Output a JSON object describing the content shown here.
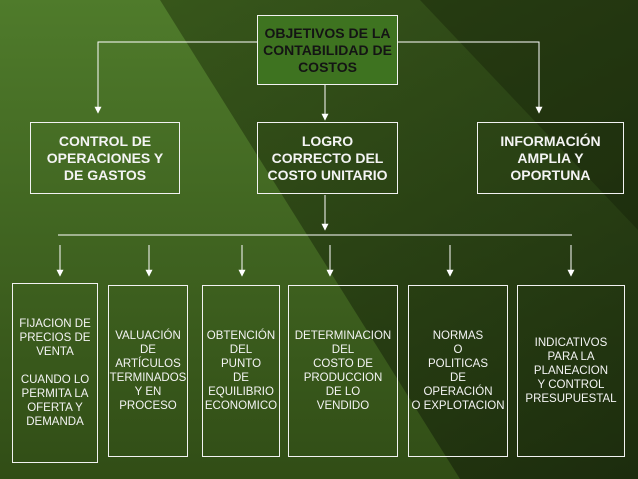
{
  "diagram": {
    "root": {
      "text": "OBJETIVOS DE LA\nCONTABILIDAD DE\nCOSTOS"
    },
    "level1": [
      {
        "text": "CONTROL DE\nOPERACIONES Y\nDE GASTOS"
      },
      {
        "text": "LOGRO\nCORRECTO DEL\nCOSTO UNITARIO"
      },
      {
        "text": "INFORMACIÓN\nAMPLIA Y\nOPORTUNA"
      }
    ],
    "level2": [
      {
        "text": "FIJACION DE\nPRECIOS DE\nVENTA\n\nCUANDO LO\nPERMITA LA\nOFERTA Y\nDEMANDA"
      },
      {
        "text": "VALUACIÓN\nDE\nARTÍCULOS\nTERMINADOS\nY EN\nPROCESO"
      },
      {
        "text": "OBTENCIÓN\nDEL\nPUNTO\nDE\nEQUILIBRIO\nECONOMICO"
      },
      {
        "text": "DETERMINACION\nDEL\nCOSTO DE\nPRODUCCION\nDE LO\nVENDIDO"
      },
      {
        "text": "NORMAS\nO\nPOLITICAS\nDE\nOPERACIÓN\nO EXPLOTACION"
      },
      {
        "text": "INDICATIVOS\nPARA LA\nPLANEACION\nY CONTROL\nPRESUPUESTAL"
      }
    ]
  },
  "colors": {
    "background_light": "#4d7a2a",
    "background_dark": "#1e2f0e",
    "root_fill": "#3a6f1a",
    "lines": "#ffffff"
  }
}
